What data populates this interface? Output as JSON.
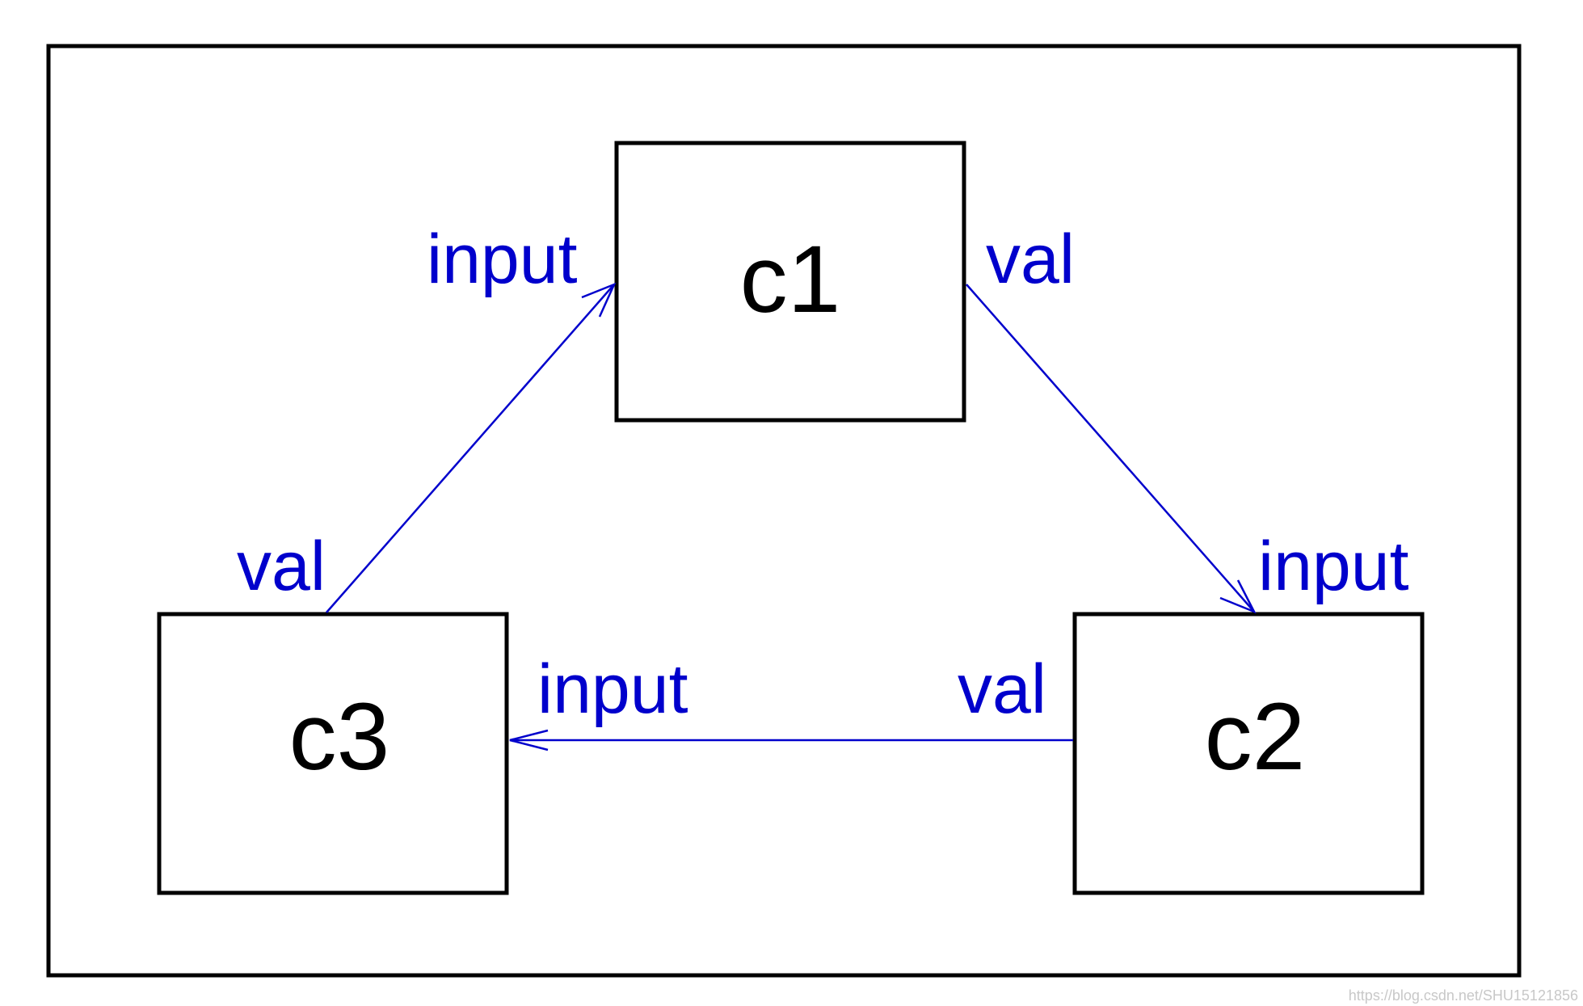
{
  "components": [
    {
      "id": "c1",
      "label": "c1"
    },
    {
      "id": "c2",
      "label": "c2"
    },
    {
      "id": "c3",
      "label": "c3"
    }
  ],
  "ports": {
    "c1_input": "input",
    "c1_val": "val",
    "c2_input": "input",
    "c2_val": "val",
    "c3_input": "input",
    "c3_val": "val"
  },
  "connections": [
    {
      "from": "c1",
      "from_port": "val",
      "to": "c2",
      "to_port": "input"
    },
    {
      "from": "c2",
      "from_port": "val",
      "to": "c3",
      "to_port": "input"
    },
    {
      "from": "c3",
      "from_port": "val",
      "to": "c1",
      "to_port": "input"
    }
  ],
  "colors": {
    "connection": "#0000cc",
    "box_stroke": "#000000",
    "background": "#ffffff"
  },
  "watermark": "https://blog.csdn.net/SHU15121856"
}
